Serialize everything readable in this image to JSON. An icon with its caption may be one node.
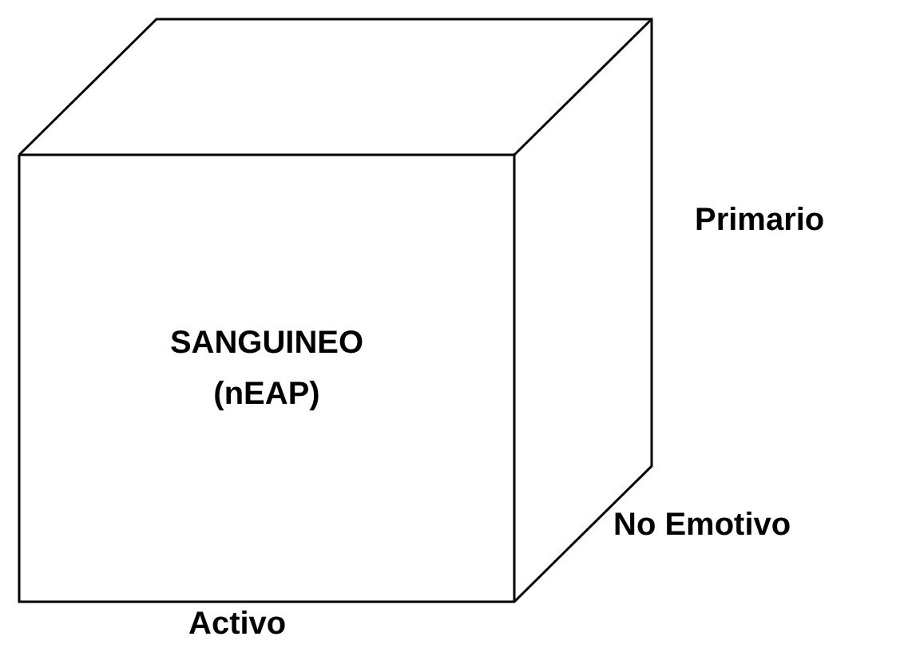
{
  "diagram": {
    "nodes": [
      {
        "text": [
          "SANGUINEO (nEAP)"
        ]
      }
    ],
    "labels": [
      "Primario",
      "No Emotivo",
      "Activo"
    ]
  }
}
